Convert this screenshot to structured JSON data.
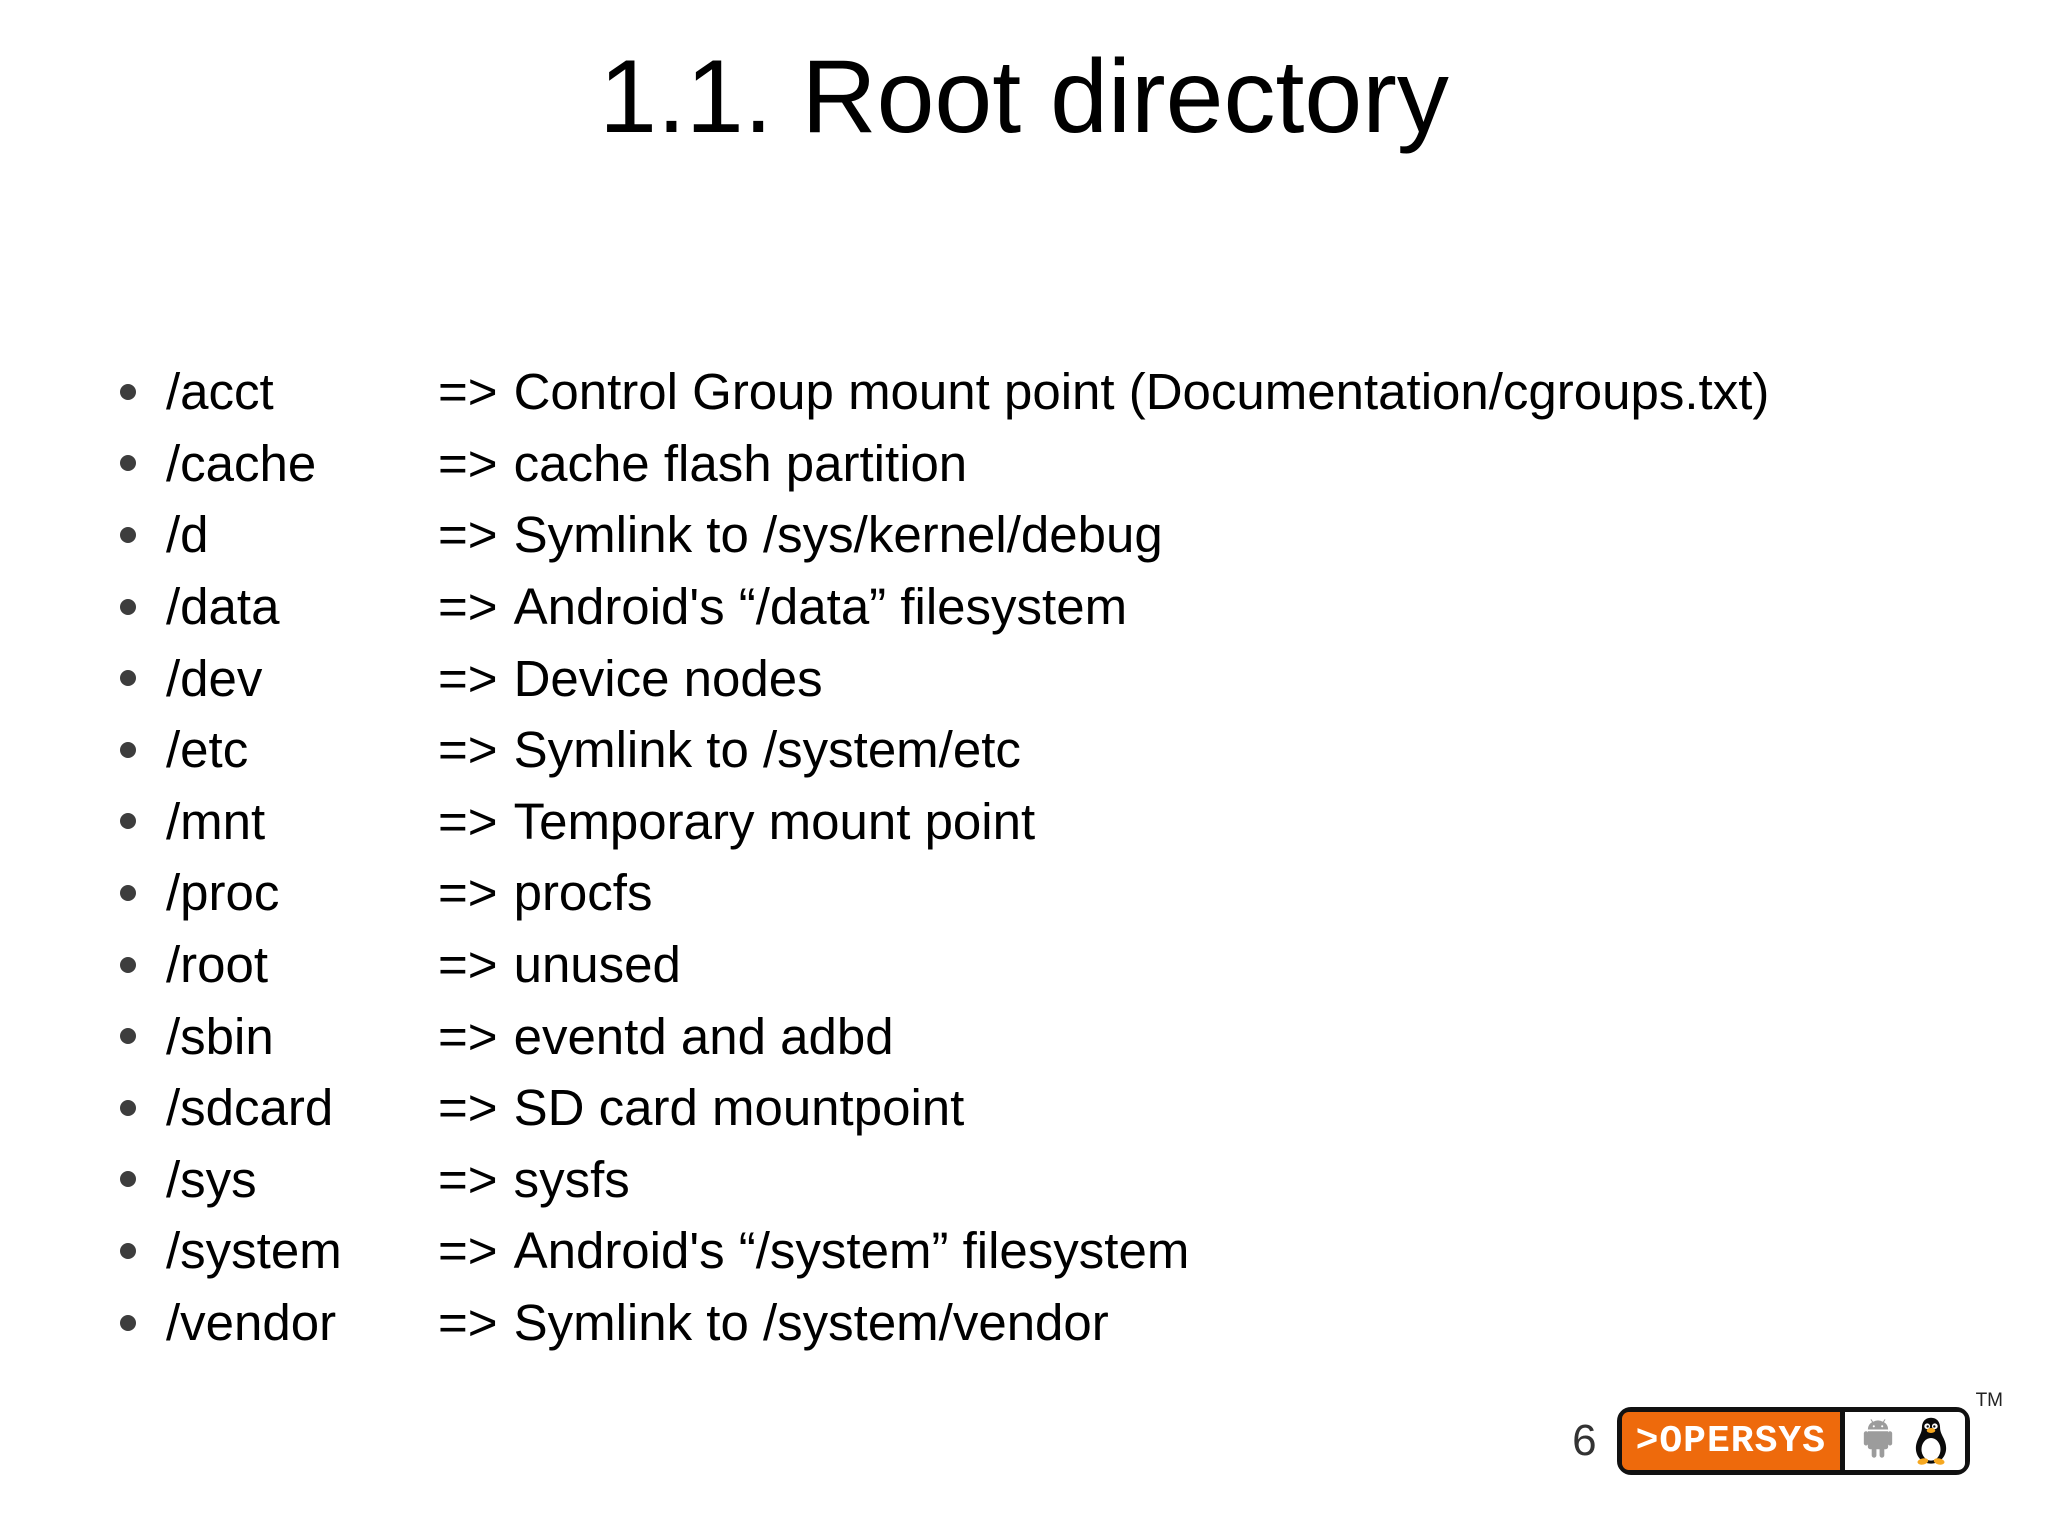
{
  "slide": {
    "title": "1.1. Root directory",
    "arrow": "=>",
    "entries": [
      {
        "path": "/acct",
        "desc": "Control Group mount point (Documentation/cgroups.txt)"
      },
      {
        "path": "/cache",
        "desc": "cache flash partition"
      },
      {
        "path": "/d",
        "desc": "Symlink to /sys/kernel/debug"
      },
      {
        "path": "/data",
        "desc": "Android's “/data” filesystem"
      },
      {
        "path": "/dev",
        "desc": "Device nodes"
      },
      {
        "path": "/etc",
        "desc": "Symlink to /system/etc"
      },
      {
        "path": "/mnt",
        "desc": "Temporary mount point"
      },
      {
        "path": "/proc",
        "desc": "procfs"
      },
      {
        "path": "/root",
        "desc": "unused"
      },
      {
        "path": "/sbin",
        "desc": "eventd and adbd"
      },
      {
        "path": "/sdcard",
        "desc": "SD card mountpoint"
      },
      {
        "path": "/sys",
        "desc": "sysfs"
      },
      {
        "path": "/system",
        "desc": "Android's “/system” filesystem"
      },
      {
        "path": "/vendor",
        "desc": "Symlink to /system/vendor"
      }
    ],
    "footer": {
      "page_number": "6",
      "logo_text": ">OPERSYS",
      "trademark": "TM"
    },
    "icons": {
      "android": "android-robot-icon",
      "tux": "linux-tux-icon",
      "bullet": "bullet-icon"
    },
    "colors": {
      "logo_orange": "#ee6a0c",
      "logo_border": "#111111",
      "bullet_gray": "#3d3d3d",
      "android_gray": "#9c9c9c",
      "tux_beak_orange": "#f6a821"
    }
  }
}
